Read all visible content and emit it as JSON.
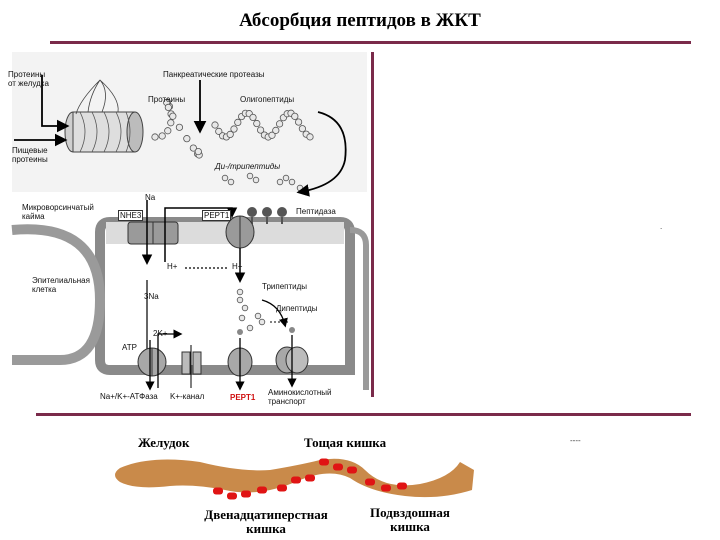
{
  "title": "Абсорбция пептидов в ЖКТ",
  "labels": {
    "proteins_stomach": "Протеины\nот желудка",
    "pancreatic_proteases": "Панкреатические протеазы",
    "proteins": "Протеины",
    "oligopeptides": "Олигопептиды",
    "food_proteins": "Пищевые\nпротеины",
    "di_tripeptides": "Ди-/трипептиды",
    "microvilli": "Микроворсинчатый\nкайма",
    "peptidase": "Пептидаза",
    "enterocyte": "Эпителиальная\nклетка",
    "na": "Na",
    "nhe3": "NHE3",
    "pept1_top": "PEPT1",
    "h_left": "H+",
    "h_right": "H+",
    "three_na": "3Na",
    "tripeptides": "Трипептиды",
    "dipeptides": "Дипептиды",
    "two_k": "2K+",
    "atp": "ATP",
    "na_k_atpase": "Na+/K+-АТФаза",
    "k_channel": "K+-канал",
    "pept1_bottom": "PEPT1",
    "amino_transport": "Аминокислотный\nтранспорт",
    "dash_right": ".",
    "dash_bottom": "----"
  },
  "gut": {
    "stomach": "Желудок",
    "jejunum": "Тощая кишка",
    "duodenum": "Двенадцатиперстная\nкишка",
    "ileum": "Подвздошная\nкишка"
  },
  "colors": {
    "rule": "#7a2a4a",
    "cell": "#808080",
    "gut": "#c98a4a",
    "dots": "#e01414"
  }
}
